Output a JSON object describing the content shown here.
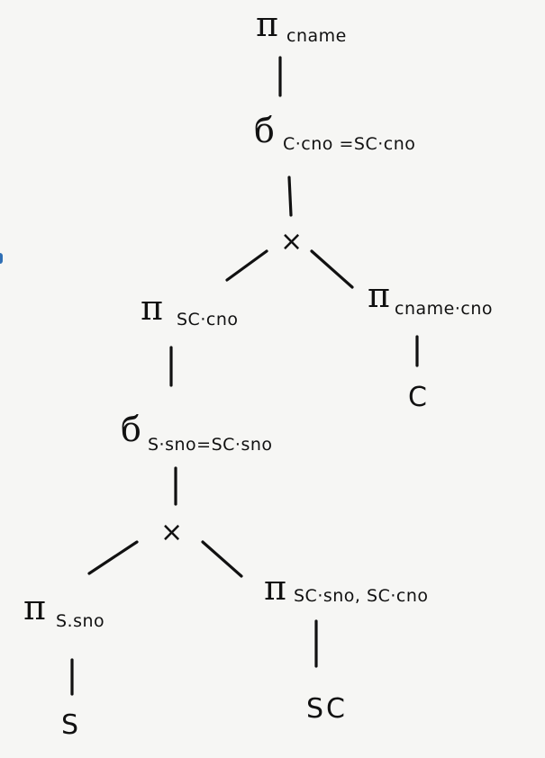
{
  "nodes": {
    "n1": {
      "op": "π",
      "sub": "cname"
    },
    "n2": {
      "op": "б",
      "sub": "C·cno =SC·cno"
    },
    "n3": {
      "op": "×"
    },
    "n4": {
      "op": "π",
      "sub": "SC·cno"
    },
    "n5": {
      "op": "π",
      "sub": "cname·cno"
    },
    "n6": {
      "label": "C"
    },
    "n7": {
      "op": "б",
      "sub": "S·sno=SC·sno"
    },
    "n8": {
      "op": "×"
    },
    "n9": {
      "op": "π",
      "sub": "S.sno"
    },
    "n10": {
      "op": "π",
      "sub": "SC·sno, SC·cno"
    },
    "n11": {
      "label": "S"
    },
    "n12": {
      "label": "SC"
    }
  }
}
